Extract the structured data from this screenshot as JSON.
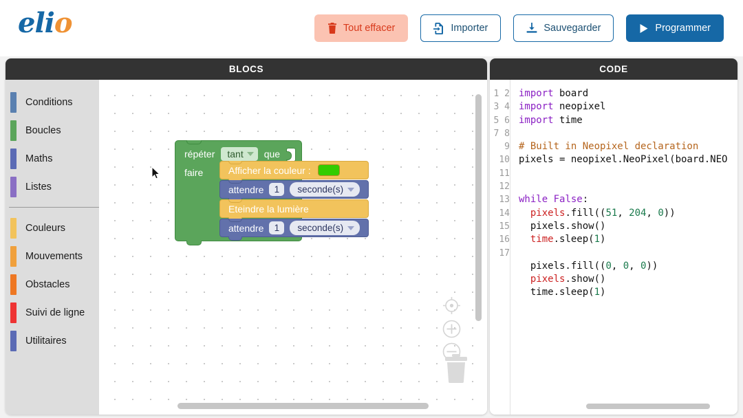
{
  "app": {
    "logo_primary": "eli",
    "logo_accent": "o"
  },
  "toolbar": {
    "buttons": [
      {
        "label": "Tout effacer",
        "icon": "trash-icon",
        "style": "danger"
      },
      {
        "label": "Importer",
        "icon": "file-import-icon",
        "style": "outline"
      },
      {
        "label": "Sauvegarder",
        "icon": "download-icon",
        "style": "outline"
      },
      {
        "label": "Programmer",
        "icon": "play-icon",
        "style": "primary"
      }
    ]
  },
  "panels": {
    "blocks_title": "BLOCS",
    "code_title": "CODE"
  },
  "toolbox": {
    "groups": [
      {
        "items": [
          {
            "label": "Conditions",
            "color": "#5a80b0"
          },
          {
            "label": "Boucles",
            "color": "#5ba55b"
          },
          {
            "label": "Maths",
            "color": "#5b6bb5"
          },
          {
            "label": "Listes",
            "color": "#8a6fc4"
          }
        ]
      },
      {
        "items": [
          {
            "label": "Couleurs",
            "color": "#f2c35c"
          },
          {
            "label": "Mouvements",
            "color": "#f0a03c"
          },
          {
            "label": "Obstacles",
            "color": "#ee7722"
          },
          {
            "label": "Suivi de ligne",
            "color": "#ee3333"
          },
          {
            "label": "Utilitaires",
            "color": "#5b6bb5"
          }
        ]
      }
    ]
  },
  "workspace": {
    "zoom_controls": [
      {
        "name": "center-target-icon"
      },
      {
        "name": "zoom-in-icon",
        "label": "+"
      },
      {
        "name": "zoom-out-icon",
        "label": "−"
      }
    ],
    "trash": "trash-bin-icon",
    "blocks": {
      "repeat": {
        "label_1": "répéter",
        "dropdown": "tant",
        "label_2": "que",
        "do_label": "faire",
        "color": "#5ba55b"
      },
      "stack": [
        {
          "type": "set-color",
          "label": "Afficher la couleur :",
          "swatch": "#33CC00",
          "color": "#f2c35c"
        },
        {
          "type": "wait",
          "label": "attendre",
          "value": "1",
          "unit": "seconde(s)",
          "color": "#6271ab"
        },
        {
          "type": "light-off",
          "label": "Eteindre la lumière",
          "color": "#f2c35c"
        },
        {
          "type": "wait",
          "label": "attendre",
          "value": "1",
          "unit": "seconde(s)",
          "color": "#6271ab"
        }
      ]
    }
  },
  "code": {
    "language": "python",
    "line_numbers": [
      "1",
      "2",
      "3",
      "4",
      "5",
      "6",
      "7",
      "8",
      "9",
      "10",
      "11",
      "12",
      "13",
      "14",
      "15",
      "16",
      "17"
    ],
    "lines": [
      "import board",
      "import neopixel",
      "import time",
      "",
      "# Built in Neopixel declaration",
      "pixels = neopixel.NeoPixel(board.NEO",
      "",
      "",
      "while False:",
      "  pixels.fill((51, 204, 0))",
      "  pixels.show()",
      "  time.sleep(1)",
      "",
      "  pixels.fill((0, 0, 0))",
      "  pixels.show()",
      "  time.sleep(1)",
      ""
    ]
  }
}
